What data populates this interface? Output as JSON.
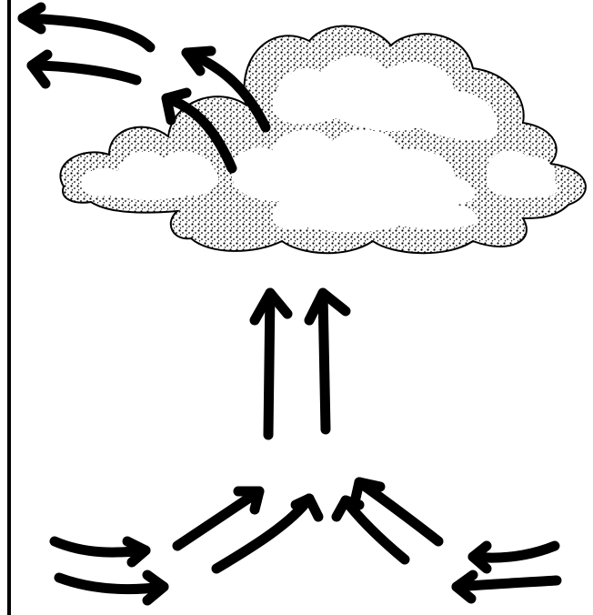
{
  "figure": {
    "ink_color": "#000000",
    "background_color": "#ffffff",
    "cloud_fill": "#ffffff",
    "elements": [
      {
        "icon": "cumulus-cloud-icon"
      },
      {
        "icon": "outflow-arrow-icon",
        "count": 4
      },
      {
        "icon": "updraft-arrow-icon",
        "count": 2
      },
      {
        "icon": "converging-arrow-icon",
        "count": 4
      },
      {
        "icon": "surface-inflow-arrow-icon",
        "count": 4
      }
    ]
  }
}
